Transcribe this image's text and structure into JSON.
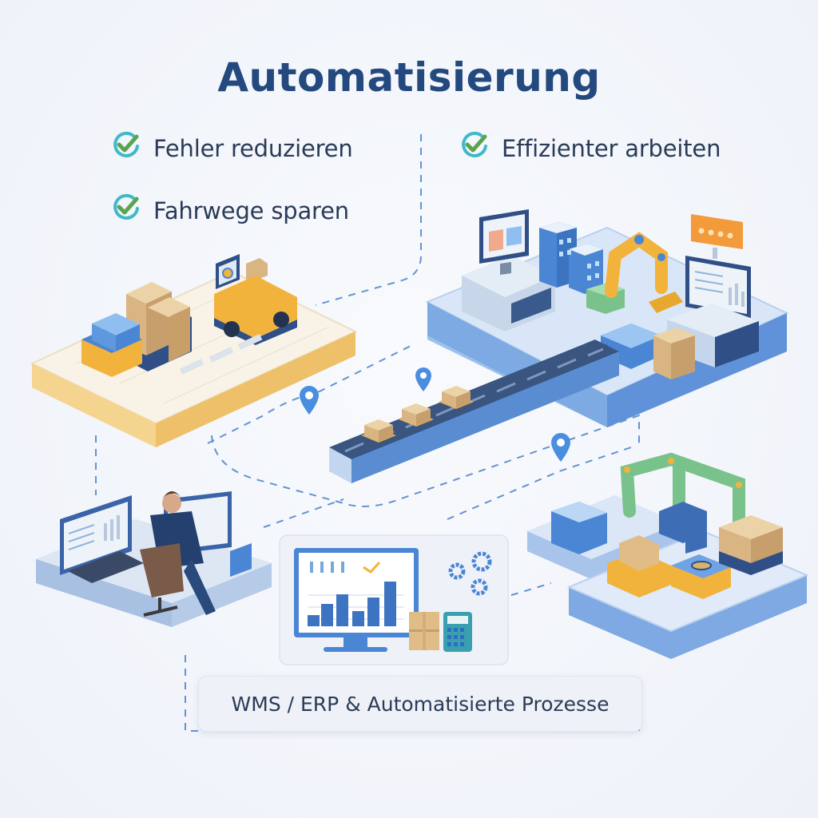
{
  "title": "Automatisierung",
  "benefits": [
    {
      "label": "Fehler reduzieren",
      "icon": "check-circle-icon"
    },
    {
      "label": "Fahrwege sparen",
      "icon": "check-circle-icon"
    },
    {
      "label": "Effizienter arbeiten",
      "icon": "check-circle-icon"
    }
  ],
  "bottom_label": "WMS / ERP & Automatisierte Prozesse",
  "scenes": [
    {
      "name": "warehouse-platform",
      "description": "Lagerfläche mit Regalpalette, Kisten und fahrerlosem Transportfahrzeug"
    },
    {
      "name": "robot-workstation",
      "description": "Arbeitsstation mit Monitoren, Roboterarm und Förderband"
    },
    {
      "name": "conveyor-belt",
      "description": "Förderband mit drei Paketen"
    },
    {
      "name": "office-desk",
      "description": "Mitarbeiter am Schreibtisch mit zwei Monitoren"
    },
    {
      "name": "wms-dashboard",
      "description": "Monitor mit Balkendiagramm, Zahnrädern, Paket und Rechner"
    },
    {
      "name": "robot-cell",
      "description": "Grüne Roboterarme mit AGVs und Palette"
    }
  ],
  "map_pins": 3,
  "colors": {
    "title": "#23497e",
    "text": "#2a3b57",
    "check_ring": "#3fb8c8",
    "check_mark": "#5aa34f",
    "blue": "#4a86d4",
    "blue_dark": "#2f4f86",
    "orange": "#f2b33d",
    "beige": "#f6e6bf",
    "box": "#e0bd87",
    "green": "#79c28b",
    "dash": "#4b82c8"
  }
}
